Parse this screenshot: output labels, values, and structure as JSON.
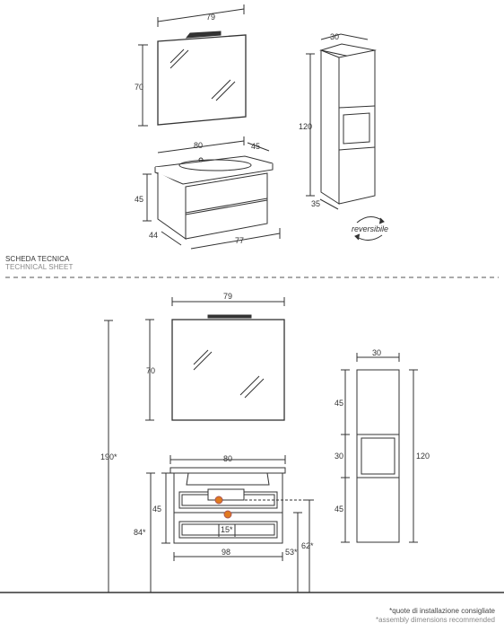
{
  "section": {
    "title_it": "SCHEDA TECNICA",
    "title_en": "TECHNICAL SHEET"
  },
  "top_views": {
    "mirror": {
      "width": "79",
      "height": "70"
    },
    "vanity": {
      "width": "80",
      "depth": "45",
      "height": "45",
      "side_depth": "44",
      "bottom_width": "77"
    },
    "column": {
      "width": "30",
      "height": "120",
      "depth": "35"
    },
    "reversible_label": "reversibile"
  },
  "front_view": {
    "mirror_width": "79",
    "mirror_height": "70",
    "total_height": "190*",
    "top_width": "80",
    "drawer_height": "45",
    "floor_to_top": "84*",
    "drawer_gap": "15*",
    "base_width": "98",
    "right_53": "53*",
    "right_62": "62*",
    "column": {
      "width": "30",
      "seg_top": "45",
      "seg_mid": "30",
      "seg_bot": "45",
      "total": "120"
    }
  },
  "footnote": {
    "line_it": "*quote di installazione consigliate",
    "line_en": "*assembly dimensions recommended"
  },
  "colors": {
    "line": "#333333",
    "accent": "#e07a1f",
    "dash": "#555555"
  }
}
